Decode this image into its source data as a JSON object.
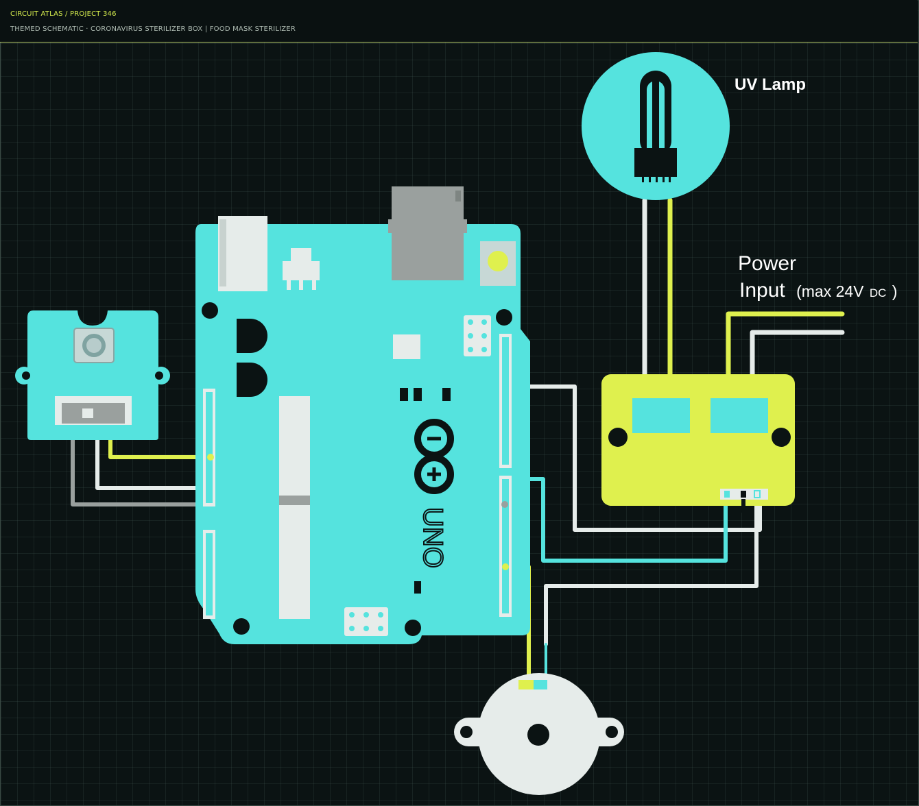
{
  "header": {
    "breadcrumb": "CIRCUIT ATLAS / PROJECT 346",
    "subtitle": "THEMED SCHEMATIC · CORONAVIRUS STERILIZER BOX | FOOD MASK STERILIZER"
  },
  "labels": {
    "uv_lamp": "UV Lamp",
    "power_line1": "Power",
    "power_line2": "Input",
    "power_note_prefix": "(max 24V",
    "power_note_sub": "DC",
    "power_note_suffix": ")",
    "board_model": "UNO"
  },
  "colors": {
    "background": "#0b1313",
    "accent_yellow": "#dff04e",
    "cyan": "#55e3de",
    "wire_white": "#e6ecea",
    "wire_gray": "#9aa09e"
  }
}
